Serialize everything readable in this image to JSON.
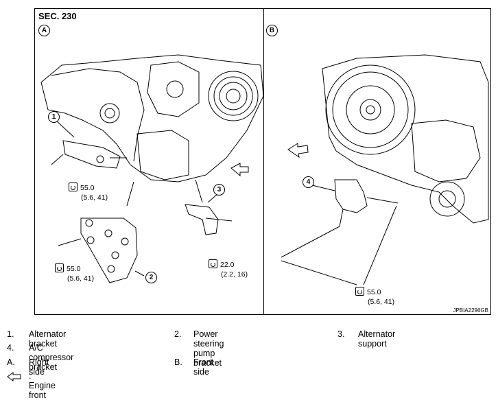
{
  "section_label": "SEC. 230",
  "view_a": "A",
  "view_b": "B",
  "callouts": {
    "c1": "1",
    "c2": "2",
    "c3": "3",
    "c4": "4"
  },
  "torques": [
    {
      "value": "55.0",
      "alt": "(5.6, 41)"
    },
    {
      "value": "55.0",
      "alt": "(5.6, 41)"
    },
    {
      "value": "22.0",
      "alt": "(2.2, 16)"
    },
    {
      "value": "55.0",
      "alt": "(5.6, 41)"
    }
  ],
  "figure_code": "JPBIA2296GB",
  "legend": {
    "items": [
      {
        "num": "1.",
        "text": "Alternator bracket"
      },
      {
        "num": "2.",
        "text": "Power steering pump bracket"
      },
      {
        "num": "3.",
        "text": "Alternator support"
      },
      {
        "num": "4.",
        "text": "A/C compressor bracket"
      },
      {
        "num": "A.",
        "text": "Right side"
      },
      {
        "num": "B.",
        "text": "Front side"
      }
    ],
    "engine_front": ": Engine front"
  }
}
